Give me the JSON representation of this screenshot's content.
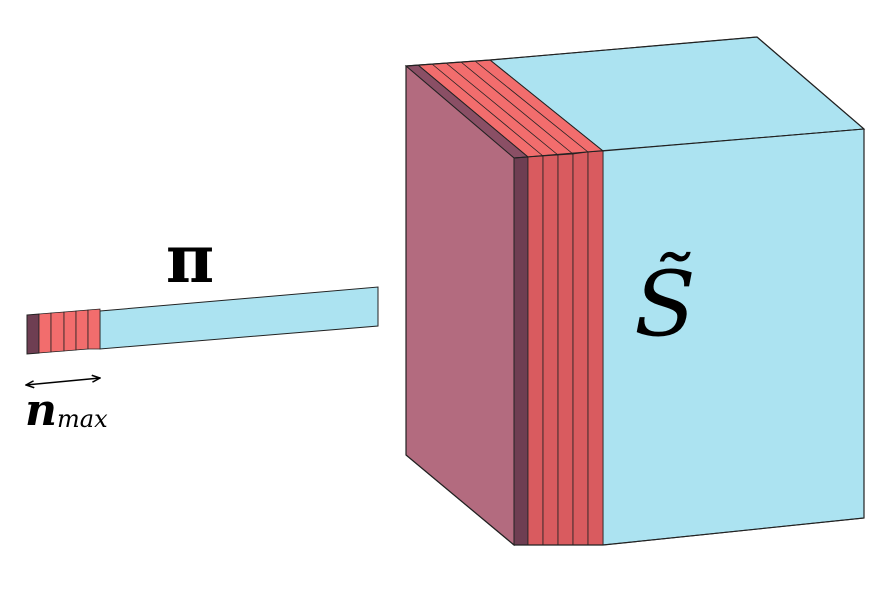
{
  "labels": {
    "pi": "π",
    "s_tilde": "S̃",
    "n_max_base": "n",
    "n_max_sub": "max"
  },
  "colors": {
    "background": "#ffffff",
    "cyan": "#ace3f1",
    "red_slice": "#d95b5f",
    "red_top": "#f26d6d",
    "mauve_face": "#b36b7f",
    "dark_slice": "#6e3e52",
    "edge": "#222222"
  },
  "structure": {
    "red_slice_count": 5,
    "dark_slice_count": 1
  }
}
